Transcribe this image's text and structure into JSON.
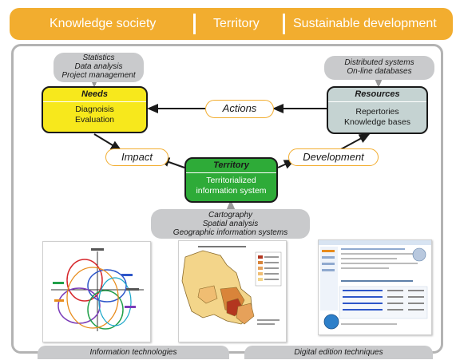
{
  "banner": {
    "left": "Knowledge society",
    "middle": "Territory",
    "right": "Sustainable development"
  },
  "top_left_pill": {
    "line1": "Statistics",
    "line2": "Data analysis",
    "line3": "Project management"
  },
  "top_right_pill": {
    "line1": "Distributed systems",
    "line2": "On-line databases"
  },
  "needs": {
    "title": "Needs",
    "line1": "Diagnoisis",
    "line2": "Evaluation"
  },
  "resources": {
    "title": "Resources",
    "line1": "Repertories",
    "line2": "Knowledge bases"
  },
  "territory": {
    "title": "Territory",
    "line1": "Territorialized",
    "line2": "information system"
  },
  "ovals": {
    "actions": "Actions",
    "impact": "Impact",
    "development": "Development"
  },
  "bottom_center_pill": {
    "line1": "Cartography",
    "line2": "Spatial analysis",
    "line3": "Geographic information systems"
  },
  "footer": {
    "left": "Information technologies",
    "right": "Digital edition techniques"
  },
  "colors": {
    "banner": "#f2ad2f",
    "needs_fill": "#f7e81c",
    "resources_fill": "#c5d3d2",
    "territory_fill": "#2eab38",
    "pill": "#c9cacc"
  },
  "icons": [
    "arrow-icon"
  ]
}
